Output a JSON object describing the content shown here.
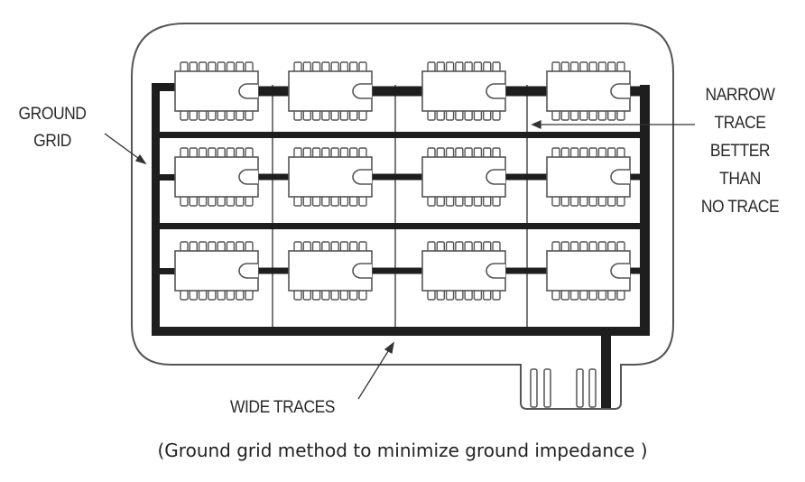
{
  "diagram": {
    "title": "Ground grid PCB layout",
    "rows": 3,
    "columns": 4,
    "chip_pins_per_side": 8,
    "labels": {
      "ground_grid": [
        "GROUND",
        "GRID"
      ],
      "narrow_trace": [
        "NARROW",
        "TRACE",
        "BETTER",
        "THAN",
        "NO TRACE"
      ],
      "wide_traces": "WIDE TRACES"
    },
    "caption": "(Ground grid method to minimize ground impedance )",
    "colors": {
      "trace": "#1e1e1e",
      "outline": "#555555",
      "text": "#2a2a2a",
      "background": "#ffffff"
    }
  }
}
